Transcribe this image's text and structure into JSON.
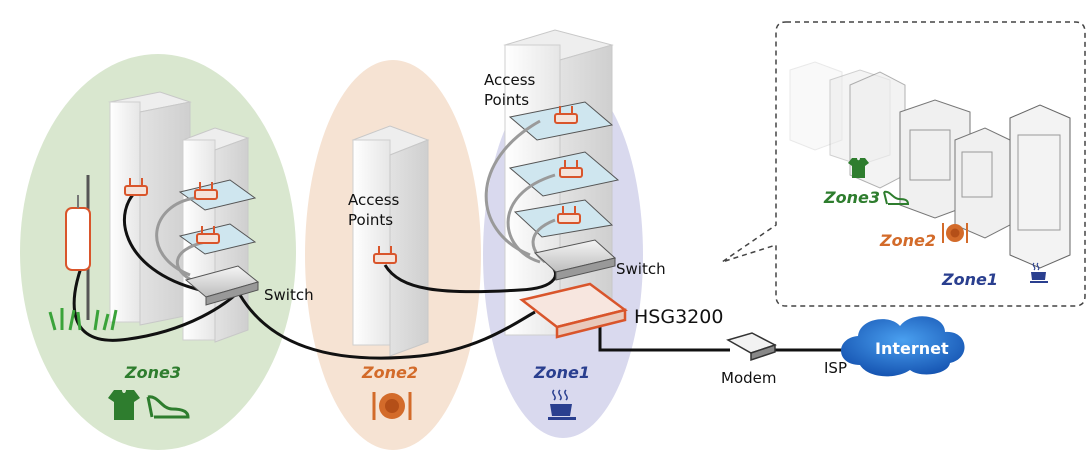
{
  "labels": {
    "access_points_tall": "Access Points",
    "access_points_center": "Access Points",
    "switch_left": "Switch",
    "switch_right": "Switch",
    "hsg": "HSG3200",
    "modem": "Modem",
    "isp": "ISP",
    "internet": "Internet"
  },
  "zones": [
    {
      "label": "Zone3",
      "color": "#2e7d2e",
      "icon": "shirt-and-shoe-icon"
    },
    {
      "label": "Zone2",
      "color": "#d36b2a",
      "icon": "dining-plate-icon"
    },
    {
      "label": "Zone1",
      "color": "#2a3f8f",
      "icon": "coffee-cup-icon"
    }
  ],
  "inset": {
    "zones": [
      {
        "label": "Zone3",
        "color": "#2e7d2e"
      },
      {
        "label": "Zone2",
        "color": "#d36b2a"
      },
      {
        "label": "Zone1",
        "color": "#2a3f8f"
      }
    ]
  },
  "colors": {
    "zone3_fill": "#d9e7cf",
    "zone2_fill": "#f6e3d3",
    "zone1_fill": "#d9d9ee",
    "router_orange": "#d9552b",
    "internet_blue": "#1e6fd0"
  }
}
